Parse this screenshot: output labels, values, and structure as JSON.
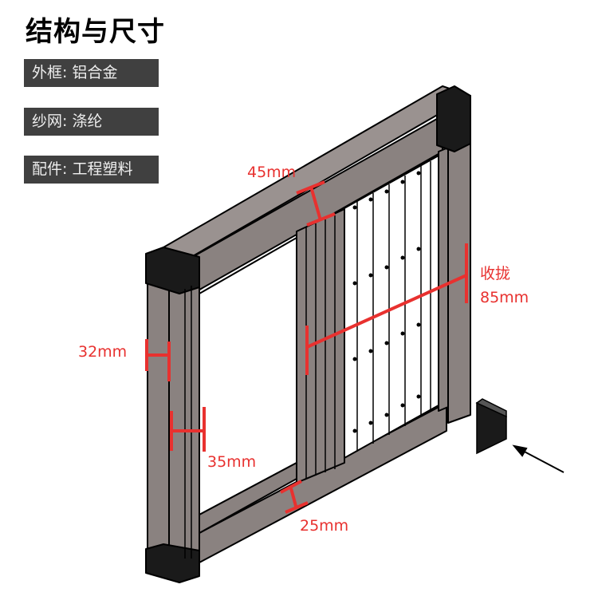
{
  "title": "结构与尺寸",
  "specs": [
    {
      "label": "外框: 铝合金"
    },
    {
      "label": "纱网: 涤纶"
    },
    {
      "label": "配件: 工程塑料"
    }
  ],
  "dimensions": {
    "top_bar": "45mm",
    "fold_label": "收拢",
    "fold": "85mm",
    "post_front": "32mm",
    "post_side": "35mm",
    "bottom_bar": "25mm"
  },
  "colors": {
    "frame": "#8a8280",
    "accent": "#e8312f",
    "label_bg": "#404040"
  }
}
